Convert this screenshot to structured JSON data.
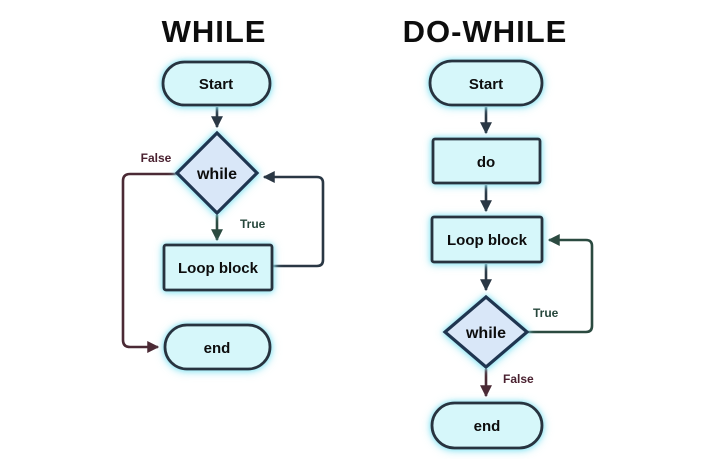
{
  "charts": [
    {
      "title": "WHILE",
      "nodes": [
        {
          "id": "start",
          "type": "terminator",
          "label": "Start"
        },
        {
          "id": "while",
          "type": "decision",
          "label": "while"
        },
        {
          "id": "loop",
          "type": "process",
          "label": "Loop block"
        },
        {
          "id": "end",
          "type": "terminator",
          "label": "end"
        }
      ],
      "edges": [
        {
          "from": "start",
          "to": "while",
          "label": ""
        },
        {
          "from": "while",
          "to": "loop",
          "label": "True"
        },
        {
          "from": "loop",
          "to": "while",
          "label": ""
        },
        {
          "from": "while",
          "to": "end",
          "label": "False"
        }
      ]
    },
    {
      "title": "DO-WHILE",
      "nodes": [
        {
          "id": "start",
          "type": "terminator",
          "label": "Start"
        },
        {
          "id": "do",
          "type": "process",
          "label": "do"
        },
        {
          "id": "loop",
          "type": "process",
          "label": "Loop block"
        },
        {
          "id": "while",
          "type": "decision",
          "label": "while"
        },
        {
          "id": "end",
          "type": "terminator",
          "label": "end"
        }
      ],
      "edges": [
        {
          "from": "start",
          "to": "do",
          "label": ""
        },
        {
          "from": "do",
          "to": "loop",
          "label": ""
        },
        {
          "from": "loop",
          "to": "while",
          "label": ""
        },
        {
          "from": "while",
          "to": "loop",
          "label": "True"
        },
        {
          "from": "while",
          "to": "end",
          "label": "False"
        }
      ]
    }
  ],
  "colors": {
    "background": "#ffffff",
    "terminator_fill": "#d6f7fa",
    "process_fill": "#d6f7fa",
    "decision_fill": "#d9e7f8",
    "node_stroke": "#27333f",
    "decision_stroke": "#1f3550",
    "edge_default": "#2a3744",
    "edge_true": "#2b4a40",
    "edge_false": "#4b2a35",
    "label_true": "#27473c",
    "label_false": "#4a2130",
    "glow": "#94e6f3",
    "title_text": "#0d0d0d"
  }
}
